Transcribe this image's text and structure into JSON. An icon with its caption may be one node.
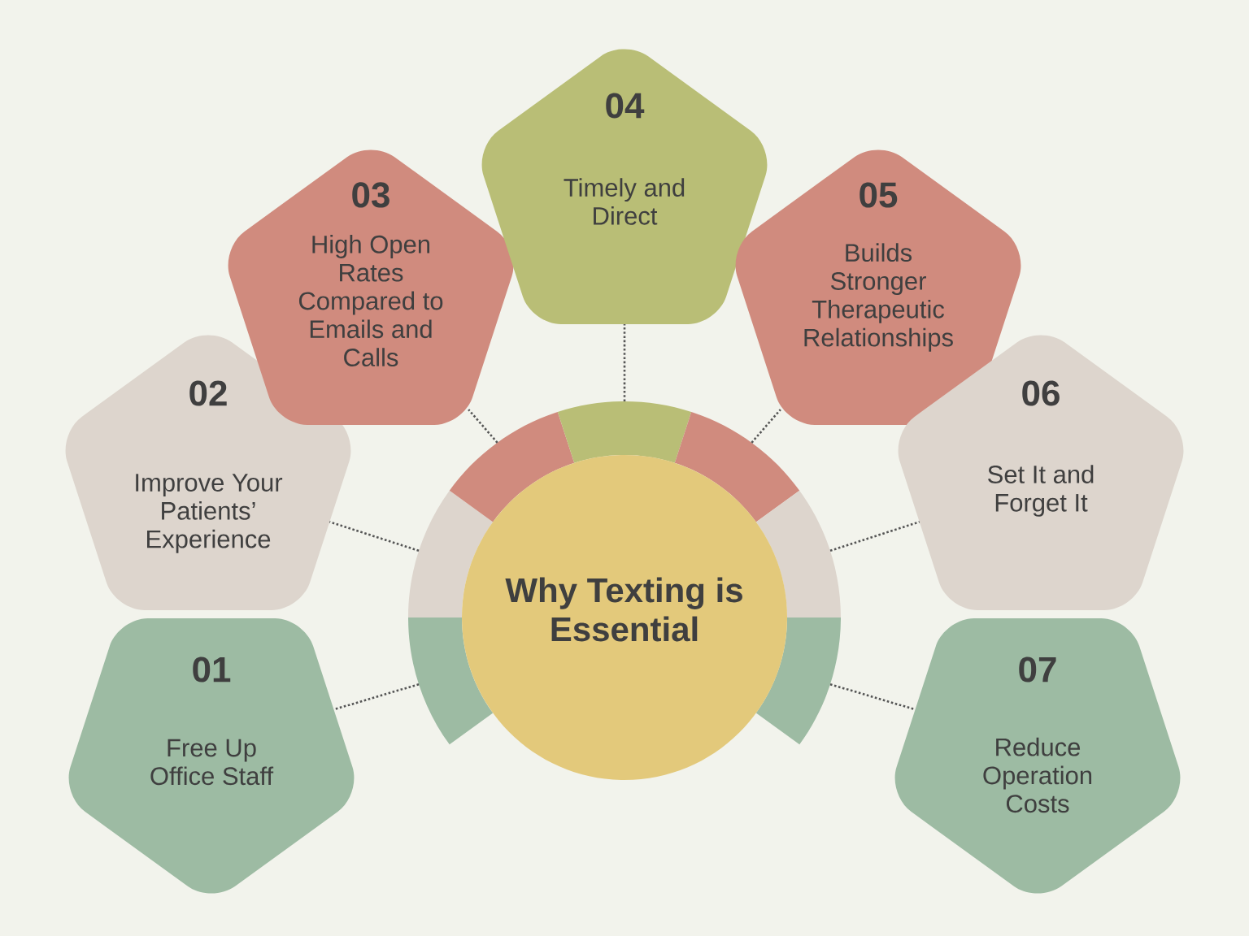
{
  "diagram": {
    "nodes": [
      {
        "text": [
          "Why Texting is Essential"
        ]
      },
      {
        "text": [
          "01",
          "Free Up Office Staff"
        ]
      },
      {
        "text": [
          "02",
          "Improve Your Patients’ Experience"
        ]
      },
      {
        "text": [
          "03",
          "High Open Rates Compared to Emails and Calls"
        ]
      },
      {
        "text": [
          "04",
          "Timely and Direct"
        ]
      },
      {
        "text": [
          "05",
          "Builds Stronger Therapeutic Relationships"
        ]
      },
      {
        "text": [
          "06",
          "Set It and Forget It"
        ]
      },
      {
        "text": [
          "07",
          "Reduce Operation Costs"
        ]
      },
      {
        "text": [],
        "shape": "arc"
      },
      {
        "text": [],
        "shape": "arc"
      },
      {
        "text": [],
        "shape": "arc"
      },
      {
        "text": [],
        "shape": "arc"
      },
      {
        "text": [],
        "shape": "arc"
      },
      {
        "text": [],
        "shape": "arc"
      },
      {
        "text": [],
        "shape": "arc"
      }
    ],
    "edges": [
      {
        "from": 8,
        "to": 1,
        "arrow": "none"
      },
      {
        "from": 9,
        "to": 2,
        "arrow": "none"
      },
      {
        "from": 10,
        "to": 3,
        "arrow": "none"
      },
      {
        "from": 11,
        "to": 4,
        "arrow": "none"
      },
      {
        "from": 12,
        "to": 5,
        "arrow": "none"
      },
      {
        "from": 13,
        "to": 6,
        "arrow": "none"
      },
      {
        "from": 14,
        "to": 7,
        "arrow": "none"
      }
    ]
  }
}
